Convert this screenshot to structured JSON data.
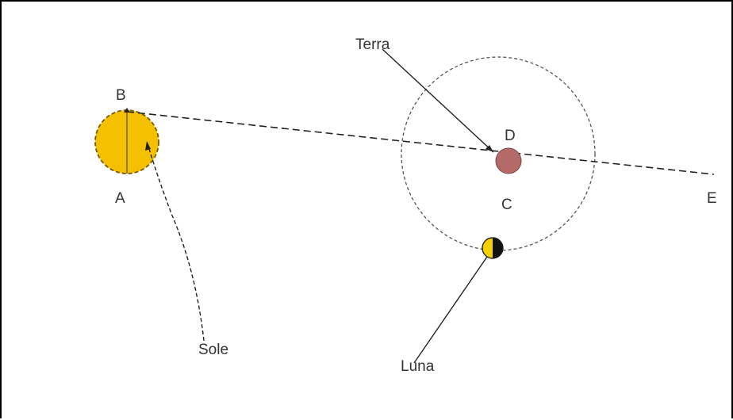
{
  "labels": {
    "terra": "Terra",
    "sole": "Sole",
    "luna": "Luna",
    "point_a": "A",
    "point_b": "B",
    "point_c": "C",
    "point_d": "D",
    "point_e": "E"
  },
  "colors": {
    "sun_fill": "#f5c000",
    "sun_stroke": "#7a5a00",
    "earth_fill": "#b56a6a",
    "moon_light": "#f5d200",
    "moon_dark": "#111111",
    "line": "#222222",
    "orbit": "#555555",
    "border": "#000000"
  }
}
